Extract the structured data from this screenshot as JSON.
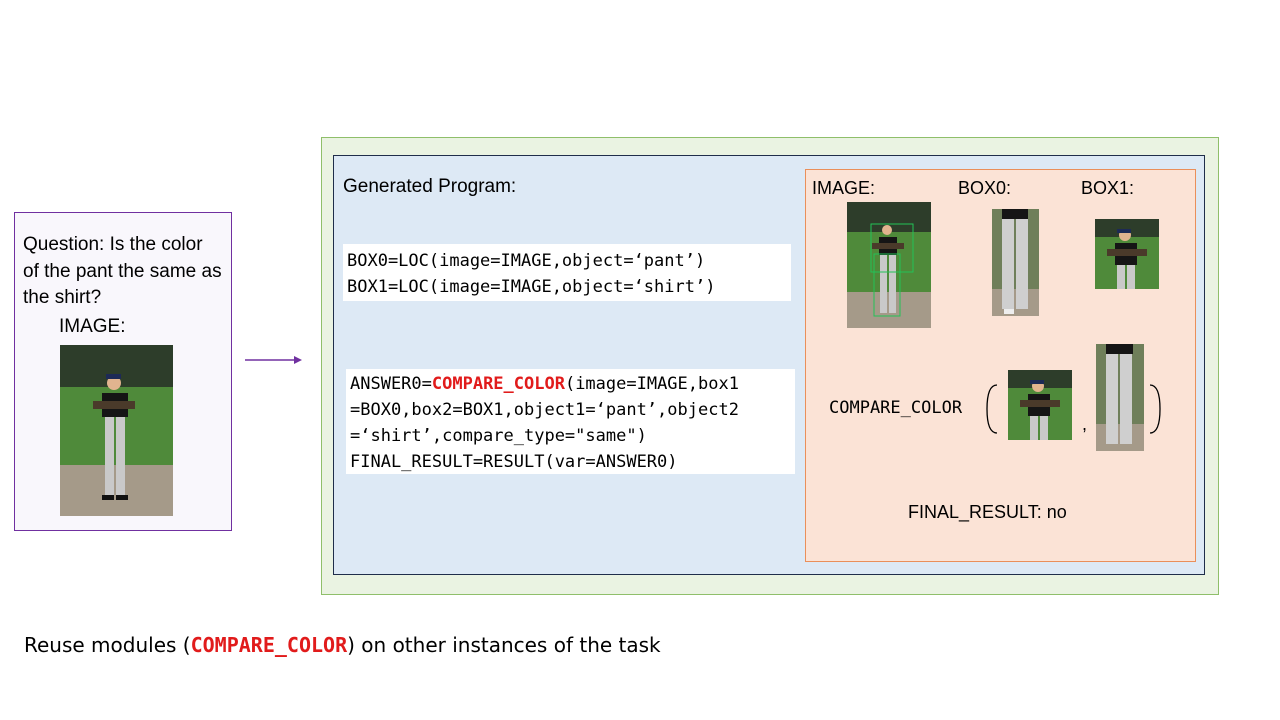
{
  "question": {
    "text": "Question: Is the color of the pant the same as the shirt?",
    "image_label": "IMAGE:"
  },
  "program": {
    "title": "Generated Program:",
    "block1": {
      "line1": "BOX0=LOC(image=IMAGE,object=‘pant’)",
      "line2": "BOX1=LOC(image=IMAGE,object=‘shirt’)"
    },
    "block2": {
      "prefix": "ANSWER0=",
      "keyword": "COMPARE_COLOR",
      "rest1": "(image=IMAGE,box1",
      "line2": "=BOX0,box2=BOX1,object1=‘pant’,object2",
      "line3": "=‘shirt’,compare_type=\"same\")",
      "line4": "FINAL_RESULT=RESULT(var=ANSWER0)"
    }
  },
  "execution": {
    "image_label": "IMAGE:",
    "box0_label": "BOX0:",
    "box1_label": "BOX1:",
    "compare_label": "COMPARE_COLOR",
    "comma": ",",
    "final_result": "FINAL_RESULT: no"
  },
  "caption": {
    "prefix": "Reuse modules (",
    "keyword": "COMPARE_COLOR",
    "suffix": ") on other instances of the task"
  },
  "colors": {
    "keyword": "#e11b1b",
    "question_border": "#7030a0",
    "outer_border": "#8fbf6a",
    "inner_border": "#1f2d4a",
    "exec_border": "#ea8f5a"
  }
}
